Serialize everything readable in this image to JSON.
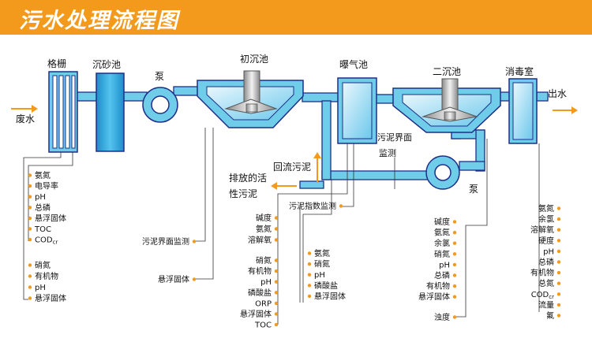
{
  "title": "污水处理流程图",
  "units": {
    "grille": "格栅",
    "grit": "沉砂池",
    "pump1": "泵",
    "primary": "初沉池",
    "aeration": "曝气池",
    "secondary": "二沉池",
    "disinfection": "消毒室",
    "pump2": "泵"
  },
  "flow_labels": {
    "inlet": "废水",
    "outlet": "出水",
    "return_sludge": "回流污泥",
    "discharge_line1": "排放的活",
    "discharge_line2": "性污泥",
    "sludge_interface": "污泥界面",
    "sludge_interface2": "监测"
  },
  "param_groups": {
    "inlet_a": [
      "氨氮",
      "电导率",
      "pH",
      "总磷",
      "悬浮固体",
      "TOC",
      "COD"
    ],
    "inlet_b": [
      "硝氮",
      "有机物",
      "pH",
      "悬浮固体"
    ],
    "primary_monitor": [
      "污泥界面监测",
      "悬浮固体"
    ],
    "aeration_a": [
      "碱度",
      "氨氮",
      "溶解氧"
    ],
    "aeration_b": [
      "硝氮",
      "有机物",
      "pH",
      "磷酸盐",
      "ORP",
      "悬浮固体",
      "TOC"
    ],
    "sludge_index": "污泥指数监测",
    "return": [
      "氨氮",
      "硝氮",
      "pH",
      "磷酸盐",
      "悬浮固体"
    ],
    "secondary": [
      "碱度",
      "氨氮",
      "余氯",
      "硝氮",
      "pH",
      "总磷",
      "有机物",
      "悬浮固体"
    ],
    "turbidity": "浊度",
    "outlet": [
      "氨氮",
      "余氯",
      "溶解氧",
      "硬度",
      "pH",
      "总磷",
      "有机物",
      "总氮",
      "COD",
      "流量",
      "氟"
    ],
    "cod_subscript": "cr"
  },
  "colors": {
    "pipe": "#6fcdea",
    "tank": "#2aa3d7",
    "outline": "#1e2f88",
    "accent": "#f39a1c",
    "dot": "#f39a1c"
  }
}
